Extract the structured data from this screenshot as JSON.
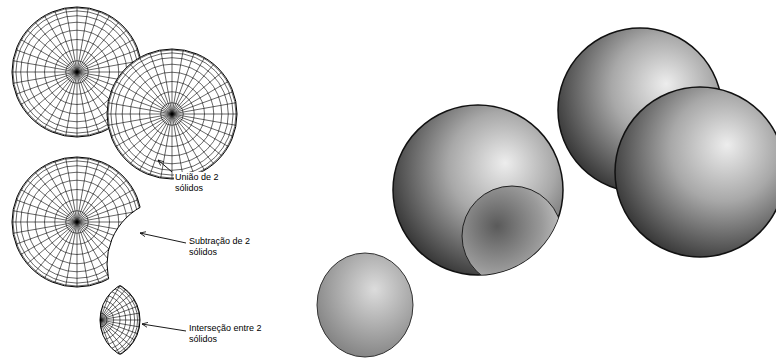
{
  "diagram": {
    "labels": [
      "União de 2 sólidos",
      "Subtração de 2 sólidos",
      "Interseção entre 2 sólidos"
    ]
  }
}
